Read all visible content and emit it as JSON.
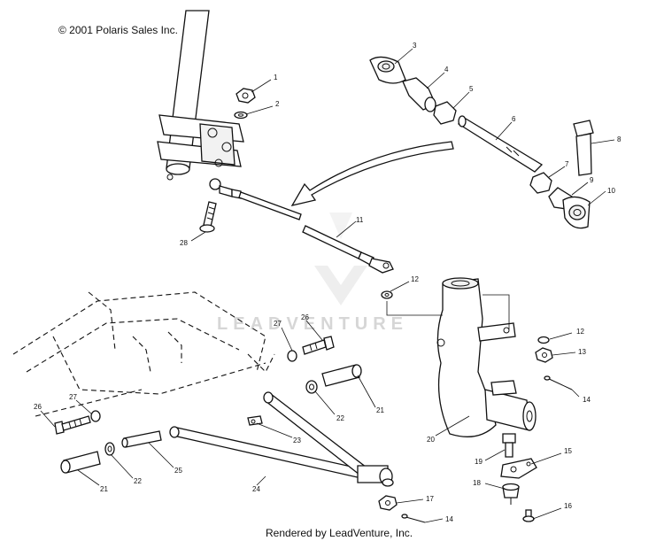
{
  "copyright": "© 2001 Polaris Sales Inc.",
  "footer": "Rendered by LeadVenture, Inc.",
  "watermark": "LEADVENTURE",
  "callouts": [
    "1",
    "2",
    "3",
    "4",
    "5",
    "6",
    "7",
    "8",
    "9",
    "10",
    "11",
    "12",
    "12",
    "13",
    "14",
    "14",
    "15",
    "16",
    "17",
    "18",
    "19",
    "20",
    "21",
    "21",
    "22",
    "22",
    "23",
    "24",
    "25",
    "26",
    "26",
    "27",
    "27",
    "28"
  ]
}
